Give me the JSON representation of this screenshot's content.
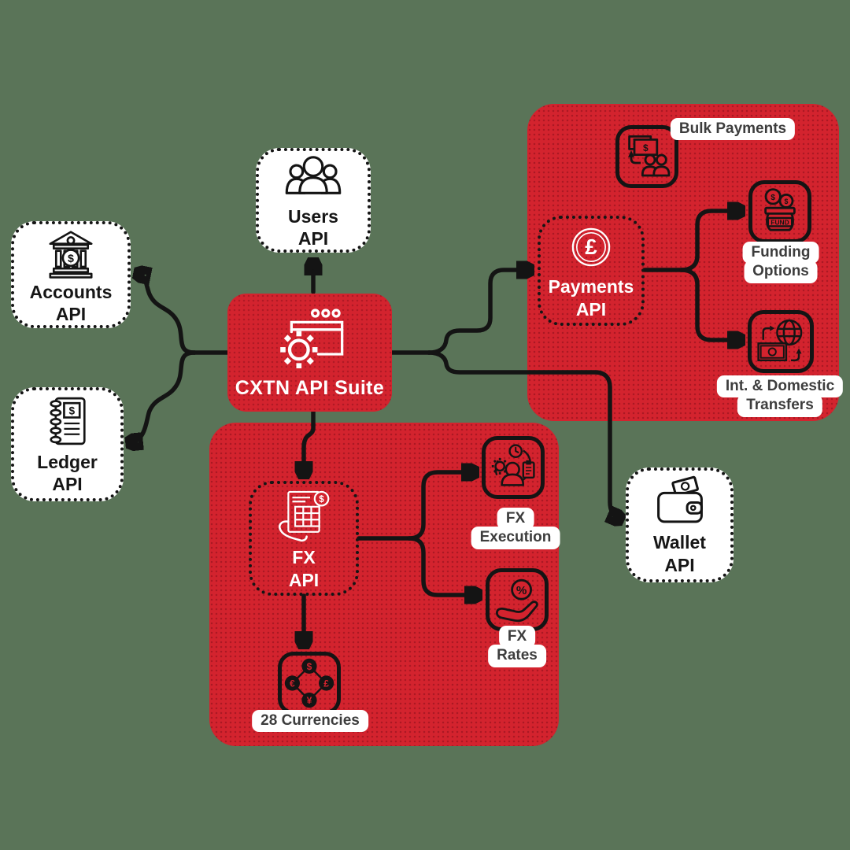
{
  "colors": {
    "background": "#5a7458",
    "panel_red": "#d3232e",
    "line_black": "#141414",
    "node_white": "#ffffff",
    "pill_text": "#3d3d3d"
  },
  "suite": {
    "label": "CXTN API Suite"
  },
  "apis": {
    "users": {
      "line1": "Users",
      "line2": "API"
    },
    "accounts": {
      "line1": "Accounts",
      "line2": "API"
    },
    "ledger": {
      "line1": "Ledger",
      "line2": "API"
    },
    "payments": {
      "line1": "Payments",
      "line2": "API"
    },
    "fx": {
      "line1": "FX",
      "line2": "API"
    },
    "wallet": {
      "line1": "Wallet",
      "line2": "API"
    }
  },
  "features": {
    "bulk_payments": {
      "line1": "Bulk Payments"
    },
    "funding_options": {
      "line1": "Funding",
      "line2": "Options"
    },
    "transfers": {
      "line1": "Int. & Domestic",
      "line2": "Transfers"
    },
    "fx_execution": {
      "line1": "FX",
      "line2": "Execution"
    },
    "fx_rates": {
      "line1": "FX",
      "line2": "Rates"
    },
    "currencies": {
      "line1": "28 Currencies"
    }
  },
  "icons": {
    "dollar": "$",
    "euro": "€",
    "pound": "£",
    "yen": "¥",
    "percent": "%",
    "fund": "FUND"
  }
}
